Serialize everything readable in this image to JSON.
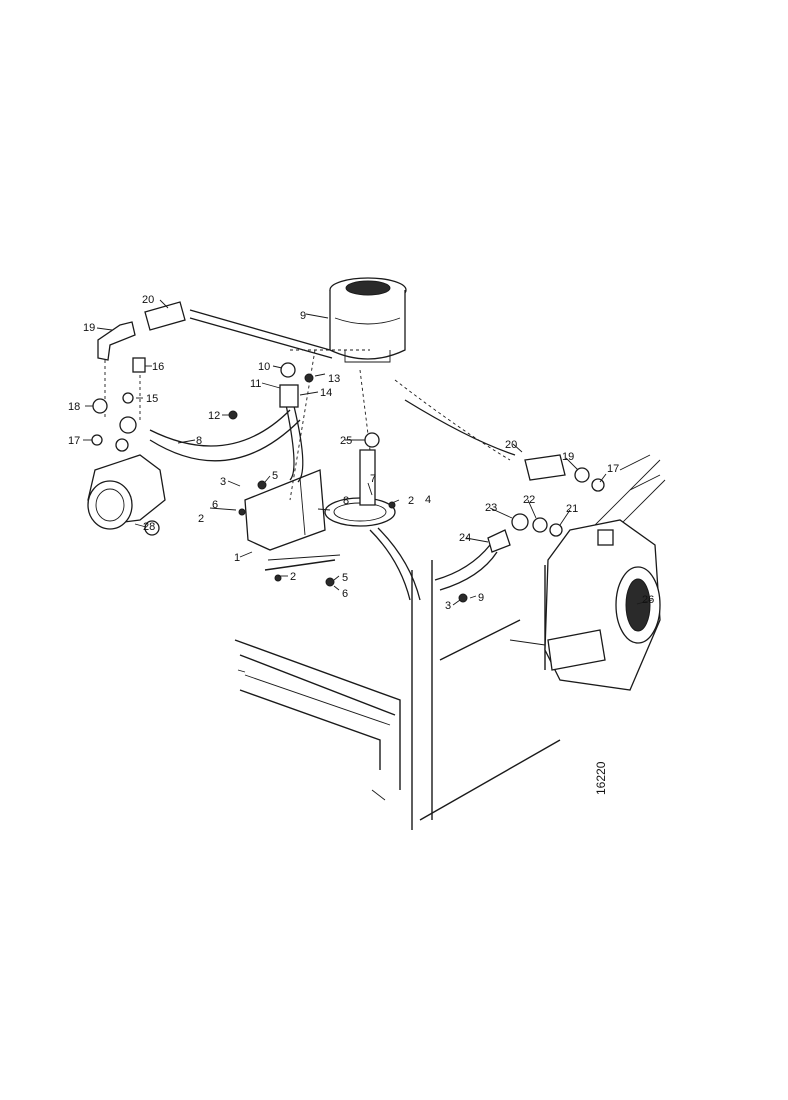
{
  "reference_number": "16220",
  "part_labels": {
    "p1": "1",
    "p2a": "2",
    "p2b": "2",
    "p2c": "2",
    "p3a": "3",
    "p3b": "3",
    "p4": "4",
    "p5a": "5",
    "p5b": "5",
    "p6a": "6",
    "p6b": "6",
    "p7": "7",
    "p8a": "8",
    "p8b": "8",
    "p9": "9",
    "p10": "10",
    "p11": "11",
    "p12": "12",
    "p13": "13",
    "p14": "14",
    "p15": "15",
    "p16": "16",
    "p17a": "17",
    "p17b": "17",
    "p18": "18",
    "p19a": "19",
    "p19b": "19",
    "p20a": "20",
    "p20b": "20",
    "p21": "21",
    "p22": "22",
    "p23": "23",
    "p24": "24",
    "p25": "25",
    "p26": "26",
    "p28": "28"
  }
}
